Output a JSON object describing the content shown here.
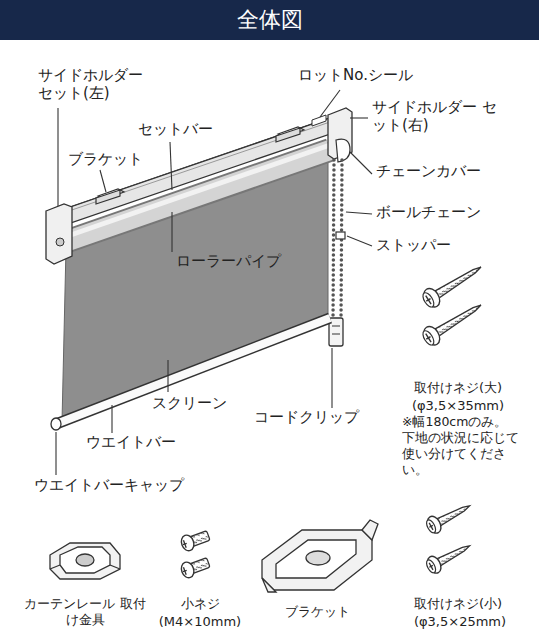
{
  "diagram": {
    "title": "全体図",
    "labels": [
      "サイドホルダー セット(左)",
      "ロットNo.シール",
      "サイドホルダー セット(右)",
      "セットバー",
      "ブラケット",
      "チェーンカバー",
      "ボールチェーン",
      "ストッパー",
      "ローラーパイプ",
      "取付けネジ(大)",
      "(φ3,5×35mm)",
      "※幅180cmのみ。下地の状況に応じて使い分けてください。",
      "スクリーン",
      "コードクリップ",
      "ウエイトバー",
      "ウエイトバーキャップ",
      "カーテンレール 取付け金具",
      "小ネジ",
      "(M4×10mm)",
      "ブラケット",
      "取付けネジ(小)",
      "(φ3,5×25mm)"
    ]
  }
}
